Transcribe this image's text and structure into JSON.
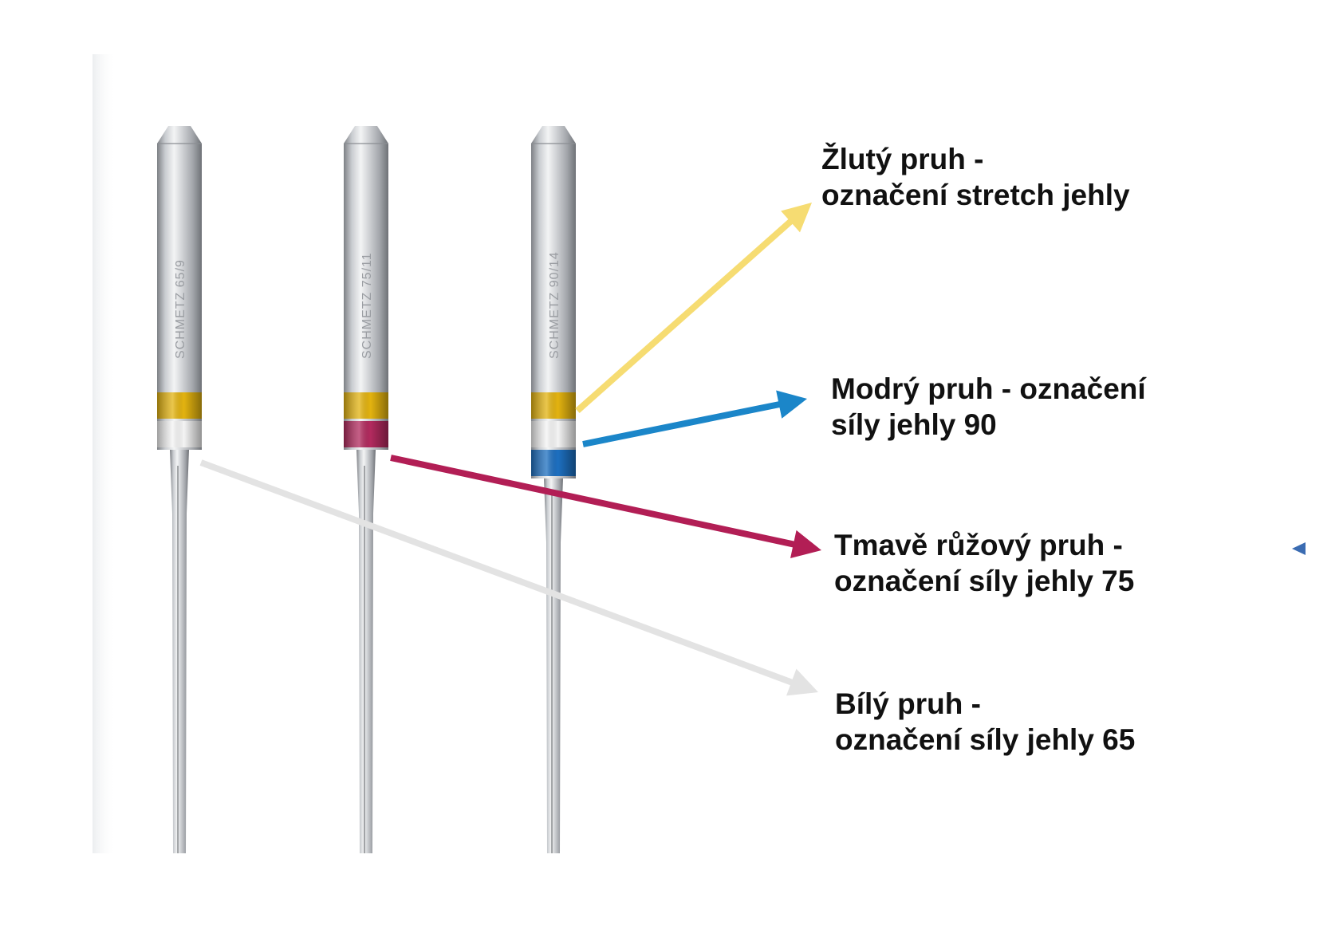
{
  "needles": [
    {
      "engraving": "SCHMETZ 65/9",
      "bands": [
        "#e3b310",
        "#f4f4f4"
      ]
    },
    {
      "engraving": "SCHMETZ 75/11",
      "bands": [
        "#e3b310",
        "#b22a5e"
      ]
    },
    {
      "engraving": "SCHMETZ 90/14",
      "bands": [
        "#e3b310",
        "#f4f4f4",
        "#1d6fc0"
      ]
    }
  ],
  "callouts": [
    {
      "line1": "Žlutý pruh -",
      "line2": "označení stretch jehly",
      "arrow_color": "#f6dc72"
    },
    {
      "line1": "Modrý pruh - označení",
      "line2": "síly jehly 90",
      "arrow_color": "#1b86c9"
    },
    {
      "line1": "Tmavě růžový pruh -",
      "line2": "označení síly jehly 75",
      "arrow_color": "#b21e55"
    },
    {
      "line1": "Bílý pruh -",
      "line2": "označení síly jehly 65",
      "arrow_color": "#e3e3e3"
    }
  ],
  "colors": {
    "background": "#ffffff",
    "label_text": "#111111",
    "stray_marker": "#3b6cb2"
  }
}
